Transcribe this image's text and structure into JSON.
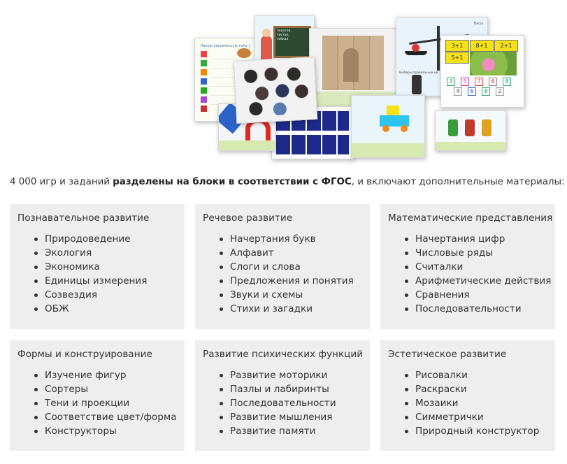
{
  "collage": {
    "board_text": "Золотая,\nчистая,\nгибкая",
    "sheet_title": "Какую лексическую тему у",
    "scale_label": "Весы",
    "math_cells": [
      "3+1",
      "8+1",
      "2+1",
      "5+1"
    ],
    "traffic_caption": "Выбери правильные цв",
    "digit_tiles": [
      "3",
      "5",
      "7",
      "6",
      "8",
      "4",
      "6",
      "8",
      "2"
    ]
  },
  "intro": {
    "before": "4 000 игр и заданий ",
    "bold": "разделены на блоки в соответствии с ФГОС",
    "after": ", и включают дополнительные материалы:"
  },
  "blocks": [
    {
      "title": "Познавательное развитие",
      "items": [
        "Природоведение",
        "Экология",
        "Экономика",
        "Единицы измерения",
        "Созвездия",
        "ОБЖ"
      ]
    },
    {
      "title": "Речевое развитие",
      "items": [
        "Начертания букв",
        "Алфавит",
        "Слоги и слова",
        "Предложения и понятия",
        "Звуки и схемы",
        "Стихи и загадки"
      ]
    },
    {
      "title": "Математические представления",
      "items": [
        "Начертания цифр",
        "Числовые ряды",
        "Считалки",
        "Арифметические действия",
        "Сравнения",
        "Последовательности"
      ]
    },
    {
      "title": "Формы и конструирование",
      "items": [
        "Изучение фигур",
        "Сортеры",
        "Тени и проекции",
        "Соответствие цвет/форма",
        "Конструкторы"
      ]
    },
    {
      "title": "Развитие психических функций",
      "items": [
        "Развитие моторики",
        "Пазлы и лабиринты",
        "Последовательности",
        "Развитие мышления",
        "Развитие памяти"
      ]
    },
    {
      "title": "Эстетическое развитие",
      "items": [
        "Рисовалки",
        "Раскраски",
        "Мозаики",
        "Симметрички",
        "Природный конструктор"
      ]
    }
  ]
}
